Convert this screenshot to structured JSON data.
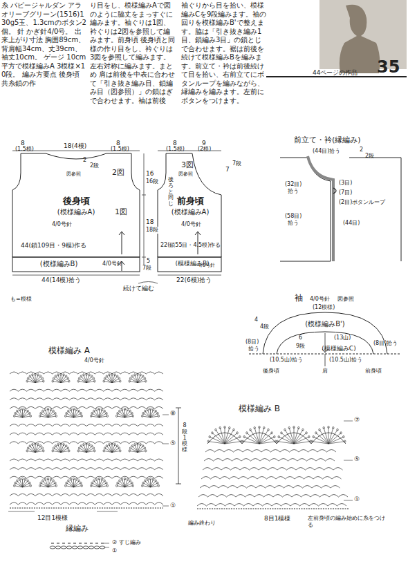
{
  "diagram": {
    "nodes": [
      {
        "text": [
          "後身頃",
          "(模様編みA)"
        ]
      },
      {
        "text": [
          "(模様編みB)"
        ]
      },
      {
        "text": [
          "前身頃",
          "(模様編みA)"
        ]
      },
      {
        "text": [
          "(模様編みB)"
        ]
      },
      {
        "text": [
          "(模様編みB')"
        ]
      },
      {
        "text": [
          "(模様編みC)"
        ]
      }
    ],
    "labels": [
      "糸 パピージャルダン アラ オリーブグリーン(1516)130g5玉、1.3cmのボタン2個。 針 かぎ針4/0号。 出来上がり寸法 胸囲89cm、背肩幅34cm、丈39cm、袖丈10cm。 ゲージ 10cm平方で模様編みA 3模様×10段。 編み方要点 後身頃 共糸鎖の作",
      "り目をし、模様編みAで図のように脇丈をまっすぐに編みます。袖ぐりは1図、衿ぐりは2図を参照して編みます。前身頃 後身頃と同様の作り目をし、衿ぐりは3図を参照して編みます。左右対称に編みます。まとめ 肩は前後を中表に合わせて「引き抜き編み目、鎖編み目（図参照）」の鎖はぎで合わせます。袖は前後",
      "袖ぐりから目を拾い、模様編みCを9段編みます。袖の回りを模様編みB'で整えます。脇は「引き抜き編み1目、鎖編み3目」の鎖とじで合わせます。裾は前後を続けて模様編みBを編みます。前立て・衿は前後続けて目を拾い、右前立てにボタンループを編みながら、縁編みを編みます。左前にボタンをつけます。",
      "44ページの作品",
      "35",
      "8",
      "(1.5模)",
      "18(4模)",
      "8",
      "(1.5模)",
      "2",
      "2段",
      "2図",
      "図参照",
      "1図",
      "16",
      "16段",
      "18",
      "18段",
      "4/0号針",
      "44(鎖109目・9模)作る",
      "4/0号針",
      "44(14模)拾う",
      "5",
      "7段",
      "続けて編む",
      "も=模様",
      "8",
      "(1.5模)",
      "9",
      "(2模)",
      "7",
      "7段",
      "後ろと同じ",
      "3図",
      "図参照",
      "4/0号針",
      "22(鎖55目・4.5模)作る",
      "4/0号針",
      "22(6模)拾う",
      "前立て・衿(縁編み)",
      "(44目)拾う",
      "2",
      "2段",
      "(32目)",
      "拾う",
      "(3目)",
      "(7目)",
      "(2目)ボタンループ",
      "(58目)",
      "拾う",
      "(44目)",
      "袖",
      "4/0号針",
      "図参照",
      "(12模様)",
      "4",
      "4段",
      "(13山)",
      "6",
      "9段",
      "(8目)",
      "拾う",
      "(8目)拾う",
      "(10.5山)拾う",
      "(10.5山)拾う",
      "後身頃",
      "肩",
      "前身頃",
      "模様編み A",
      "4/0号針",
      "⑧",
      "⑤",
      "①",
      "8段1模様",
      "12目1模様",
      "模様編み B",
      "⑦",
      "⑤",
      "①",
      "8目1模様",
      "編み終わり",
      "左前身頃の編み始めに糸をつける",
      "縁編み",
      "② すじ編み",
      "①"
    ]
  }
}
